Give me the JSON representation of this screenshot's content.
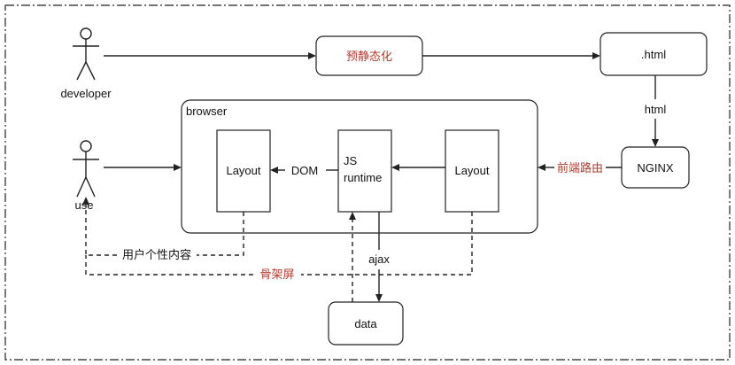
{
  "actors": {
    "developer": "developer",
    "user": "use"
  },
  "boxes": {
    "prerender": "预静态化",
    "html_file": ".html",
    "nginx": "NGINX",
    "browser": "browser",
    "layout_left": "Layout",
    "js_runtime_line1": "JS",
    "js_runtime_line2": "runtime",
    "layout_right": "Layout",
    "data": "data"
  },
  "edges": {
    "html": "html",
    "frontend_route": "前端路由",
    "dom": "DOM",
    "ajax": "ajax",
    "user_content": "用户个性内容",
    "skeleton": "骨架屏"
  },
  "colors": {
    "accent_red": "#b03a2e",
    "stroke": "#222222"
  }
}
